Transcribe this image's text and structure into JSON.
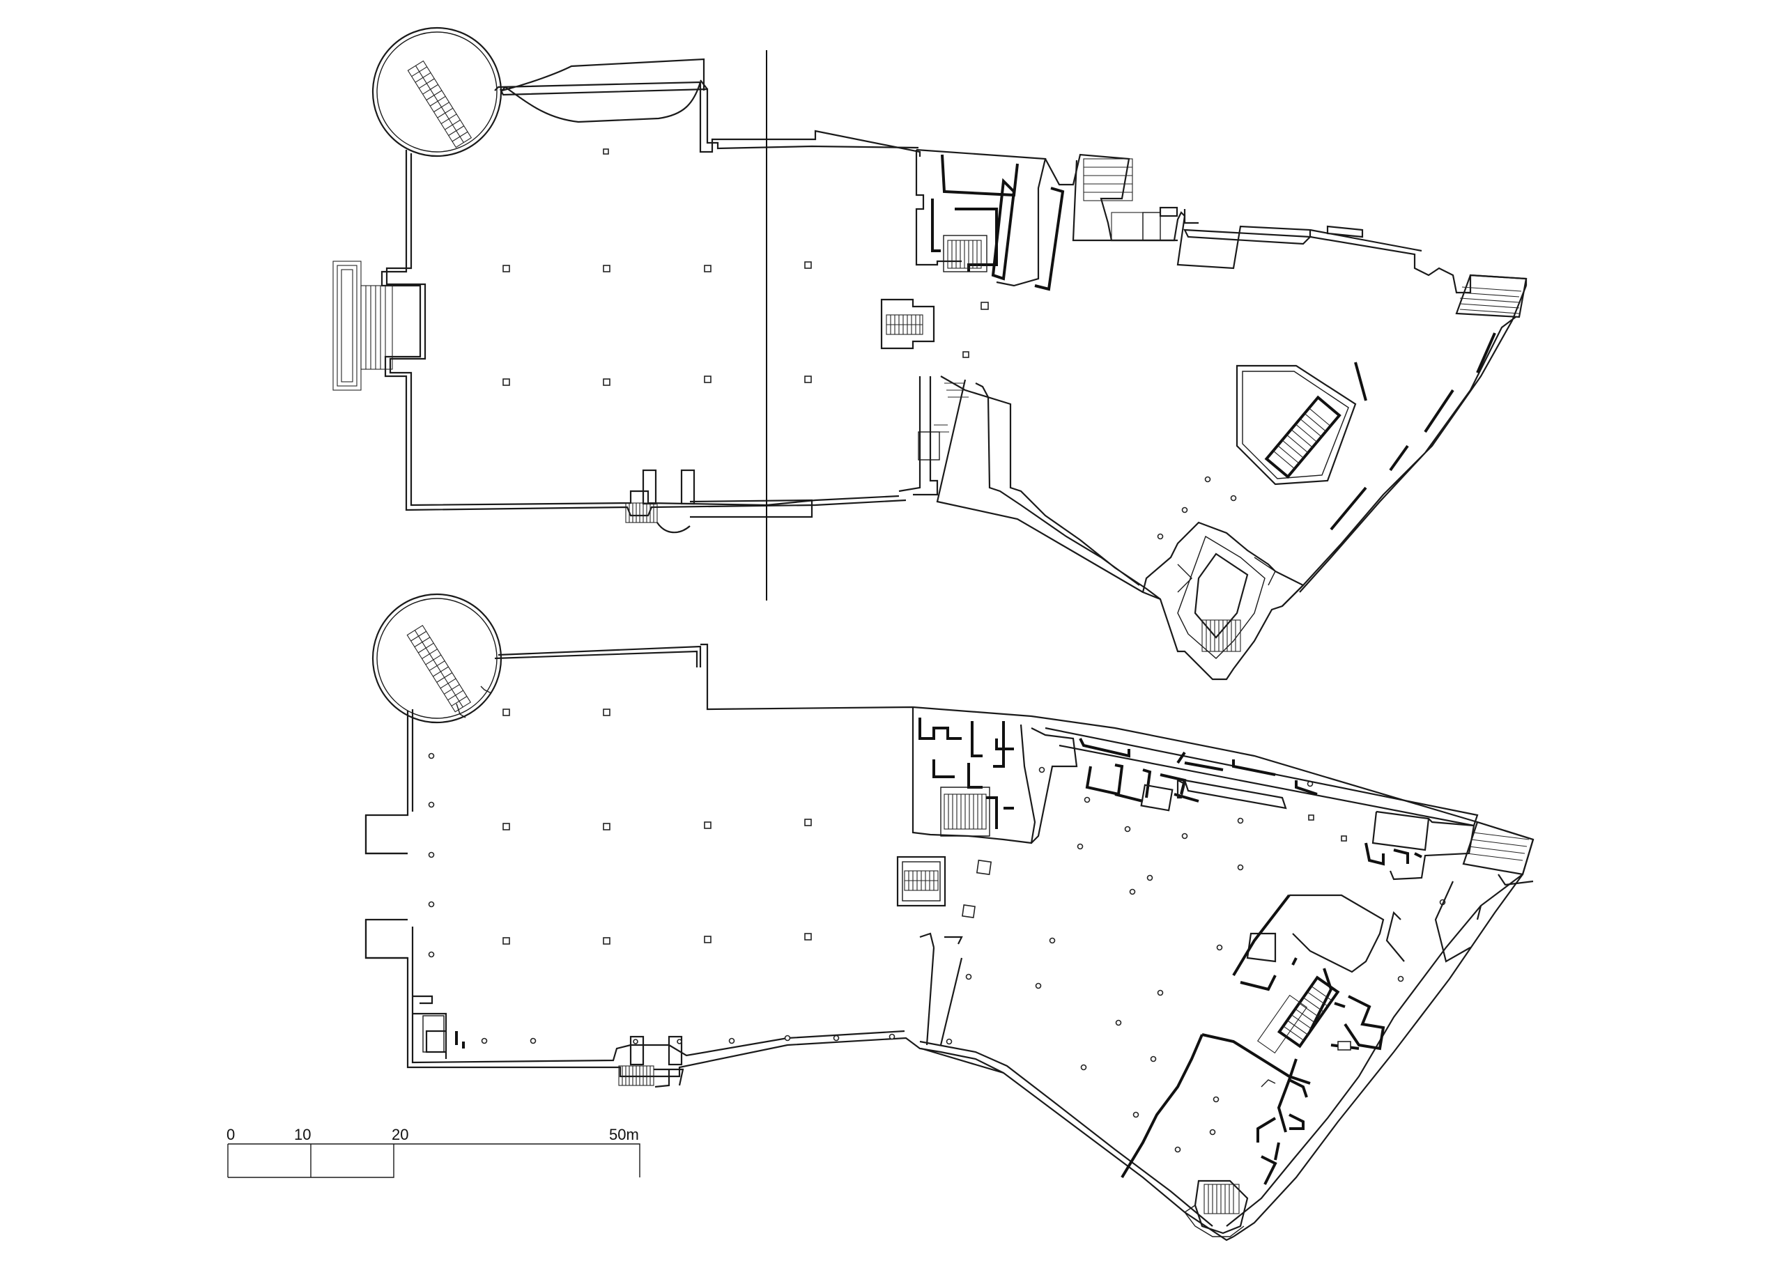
{
  "scale_bar": {
    "labels": [
      "0",
      "10",
      "20",
      "50m"
    ]
  },
  "colors": {
    "line": "#1a1a1a",
    "background": "#ffffff"
  }
}
